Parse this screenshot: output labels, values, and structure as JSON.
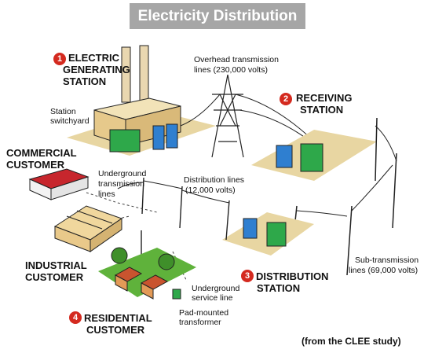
{
  "title": "Electricity Distribution",
  "credit": "(from the CLEE study)",
  "colors": {
    "title_bg": "#a6a6a6",
    "number_badge": "#d42a1f",
    "substation_pad": "#e8d6a2",
    "grass": "#5fb23b",
    "transformer_green": "#2ea84a",
    "transformer_blue": "#2f7fd0",
    "building_tan": "#e9c98a",
    "roof_red": "#c7262d"
  },
  "labels": {
    "station1_num": "1",
    "station1_line1": "ELECTRIC",
    "station1_line2": "GENERATING",
    "station1_line3": "STATION",
    "switchyard_line1": "Station",
    "switchyard_line2": "switchyard",
    "overhead_line1": "Overhead transmission",
    "overhead_line2": "lines (230,000 volts)",
    "station2_num": "2",
    "station2_line1": "RECEIVING",
    "station2_line2": "STATION",
    "commercial_line1": "COMMERCIAL",
    "commercial_line2": "CUSTOMER",
    "ug_trans_line1": "Underground",
    "ug_trans_line2": "transmission",
    "ug_trans_line3": "lines",
    "dist_lines_line1": "Distribution lines",
    "dist_lines_line2": "(12,000 volts)",
    "industrial_line1": "INDUSTRIAL",
    "industrial_line2": "CUSTOMER",
    "subtrans_line1": "Sub-transmission",
    "subtrans_line2": "lines (69,000 volts)",
    "station3_num": "3",
    "station3_line1": "DISTRIBUTION",
    "station3_line2": "STATION",
    "ug_service_line1": "Underground",
    "ug_service_line2": "service line",
    "padmount_line1": "Pad-mounted",
    "padmount_line2": "transformer",
    "station4_num": "4",
    "station4_line1": "RESIDENTIAL",
    "station4_line2": "CUSTOMER"
  }
}
